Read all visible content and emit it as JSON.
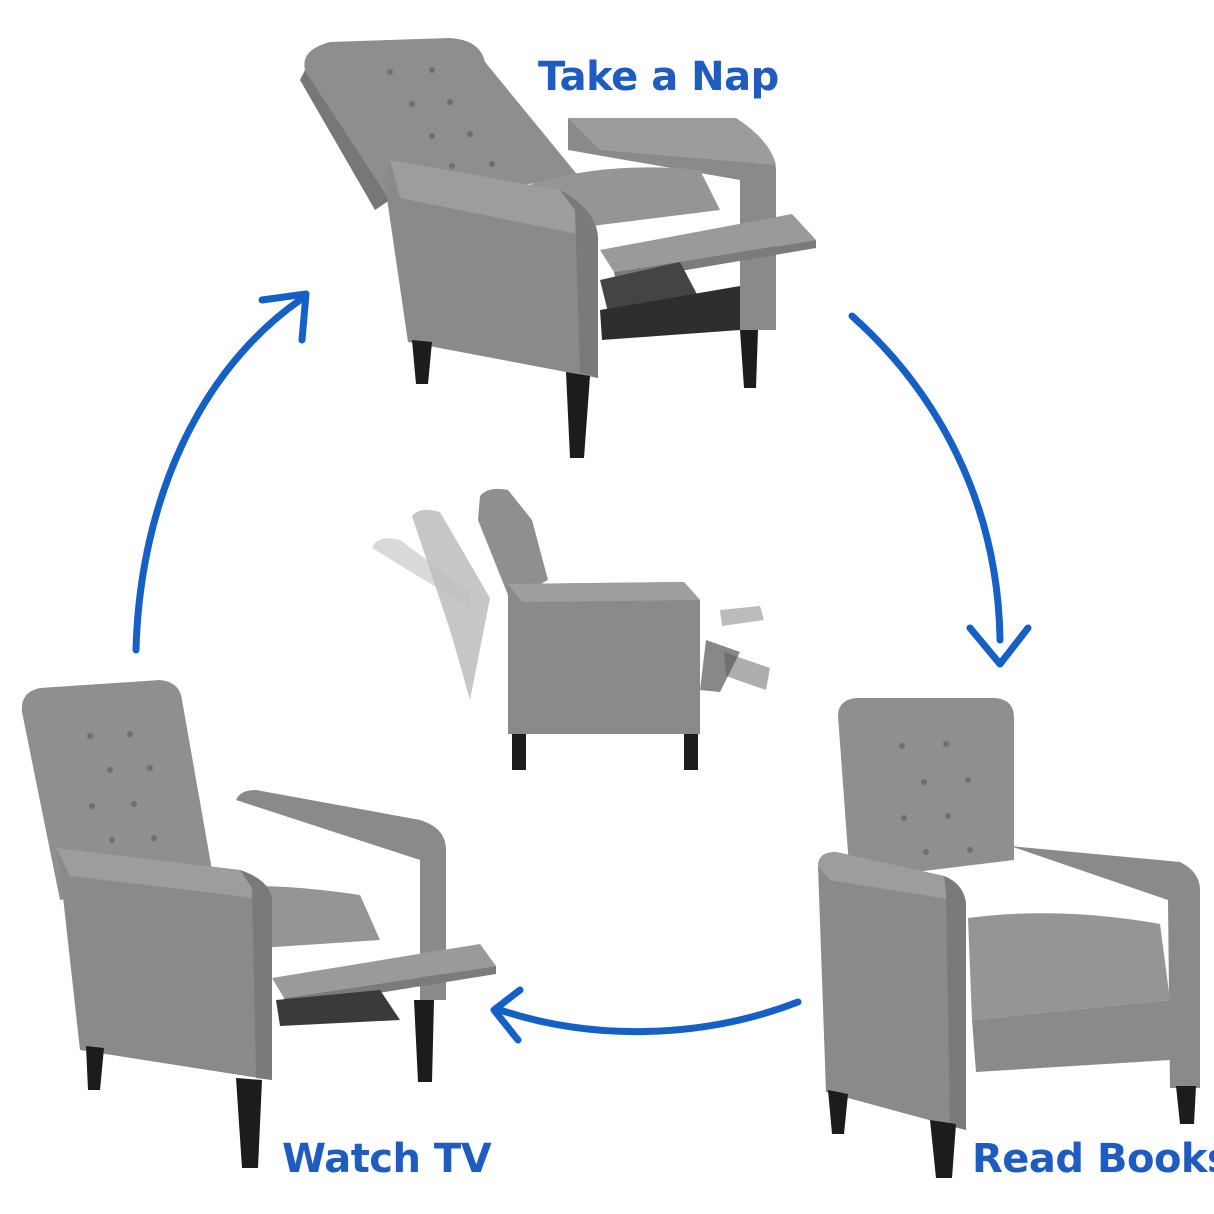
{
  "captions": {
    "take_a_nap": "Take a Nap",
    "watch_tv": "Watch TV",
    "read_books": "Read Books"
  },
  "colors": {
    "caption_blue": "#1f5cbf",
    "arrow_blue": "#1560c4",
    "fabric": "#8c8c8c",
    "fabric_dark": "#6e6e6e",
    "fabric_light": "#a2a2a2",
    "leg": "#1c1c1c",
    "background": "#ffffff"
  }
}
